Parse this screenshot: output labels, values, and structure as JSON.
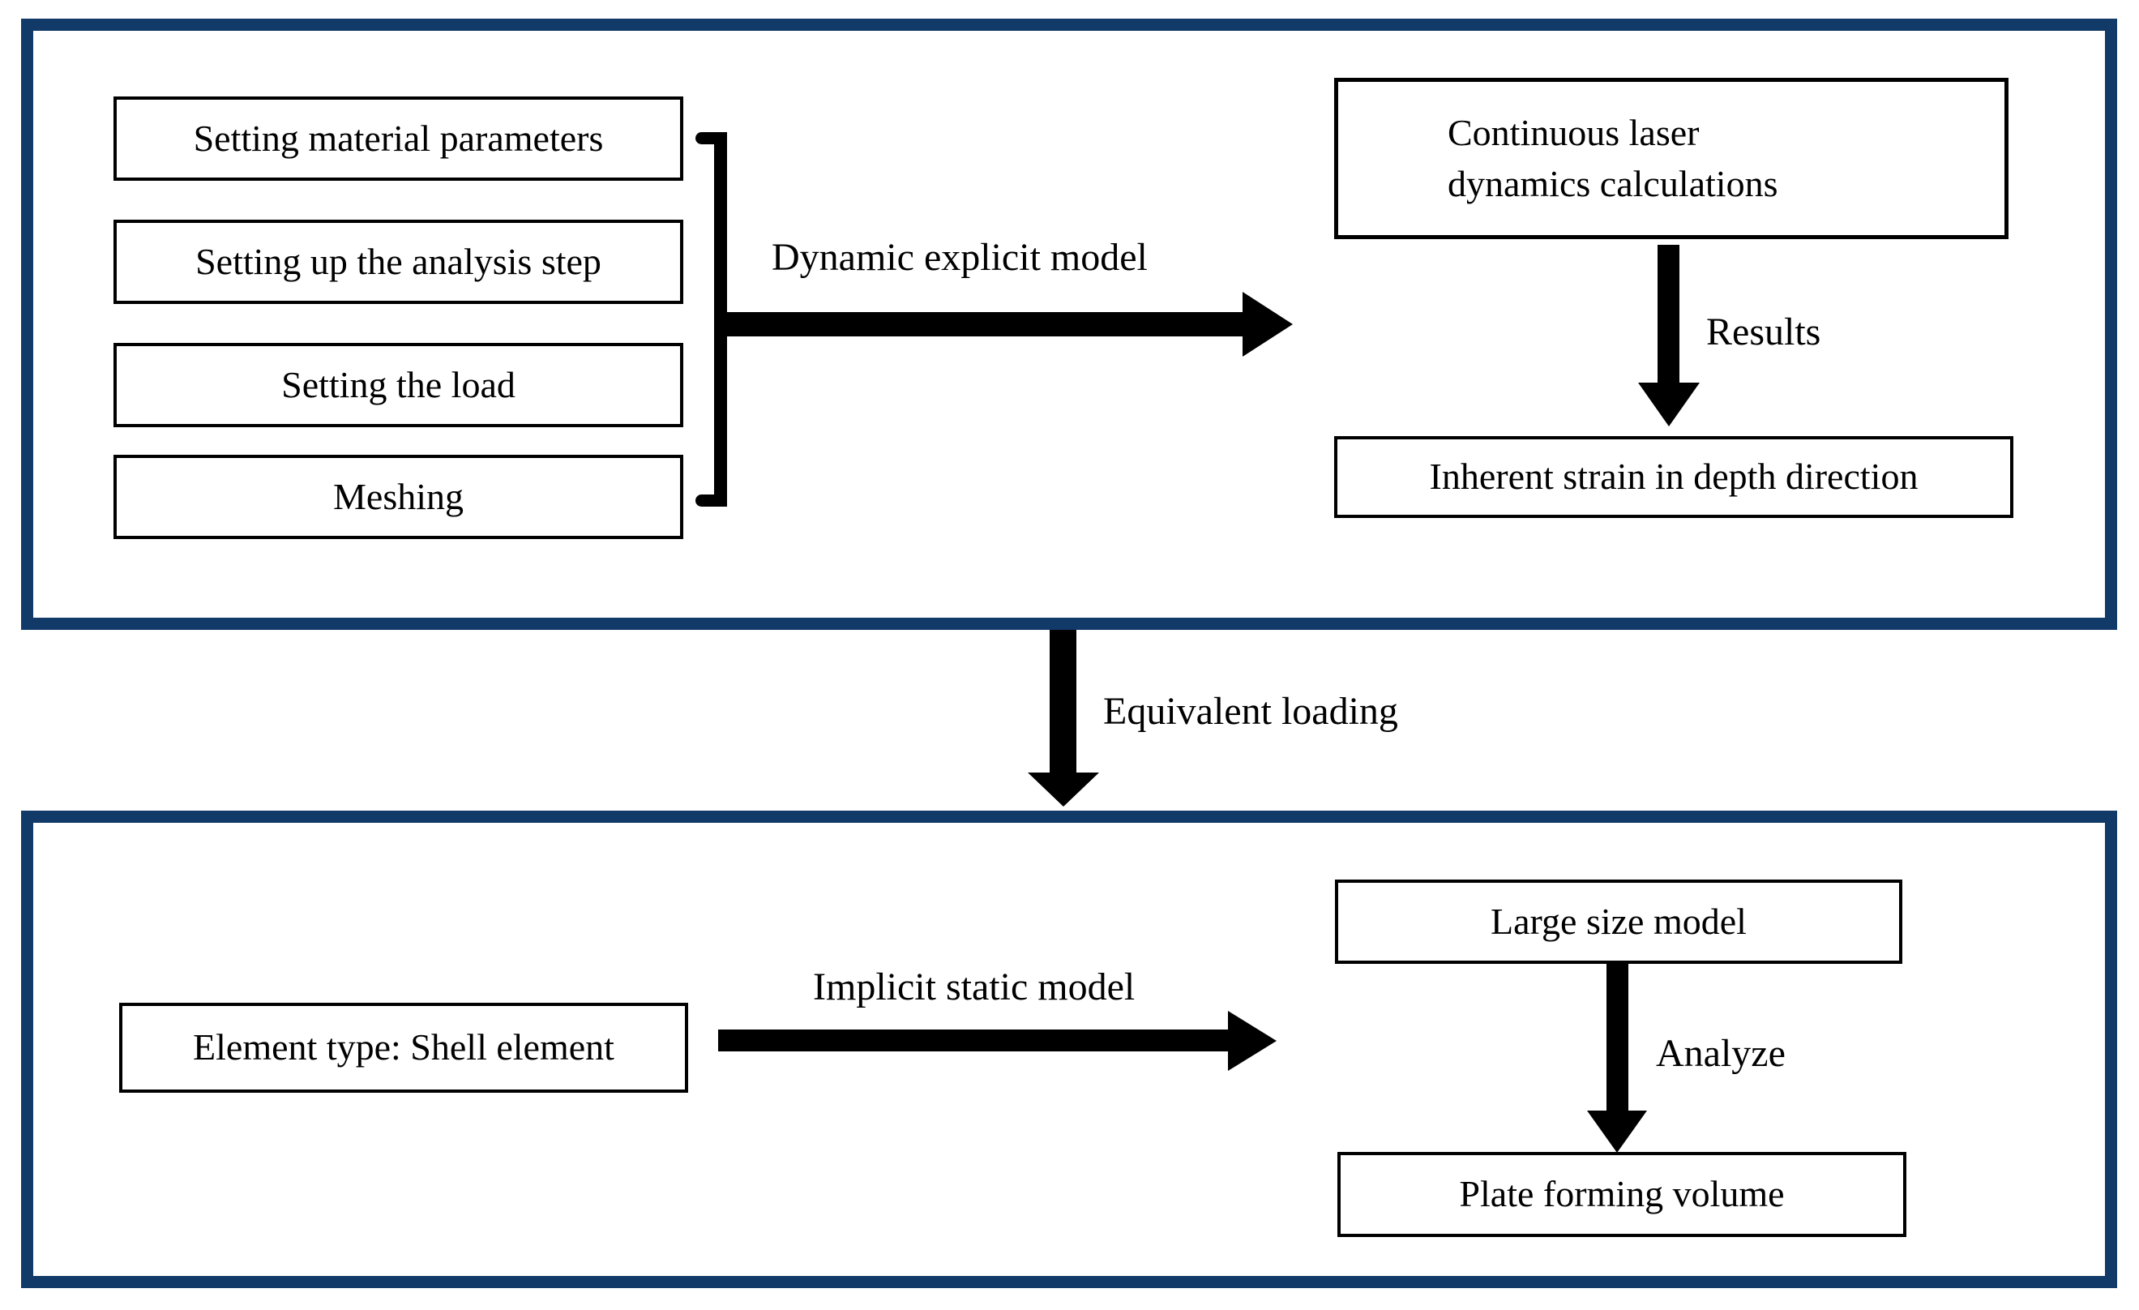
{
  "colors": {
    "frame_border": "#113a68",
    "box_border": "#000000",
    "arrow": "#000000",
    "background": "#ffffff",
    "text": "#000000"
  },
  "top_panel": {
    "steps": [
      "Setting material parameters",
      "Setting up the analysis step",
      "Setting the load",
      "Meshing"
    ],
    "flow_label": "Dynamic explicit model",
    "laser_box_line1": "Continuous laser",
    "laser_box_line2": "dynamics calculations",
    "results_label": "Results",
    "inherent_box": "Inherent strain in depth direction"
  },
  "connector": {
    "label": "Equivalent loading"
  },
  "bottom_panel": {
    "element_box": "Element type: Shell element",
    "flow_label": "Implicit static model",
    "large_box": "Large size model",
    "analyze_label": "Analyze",
    "plate_box": "Plate forming volume"
  }
}
